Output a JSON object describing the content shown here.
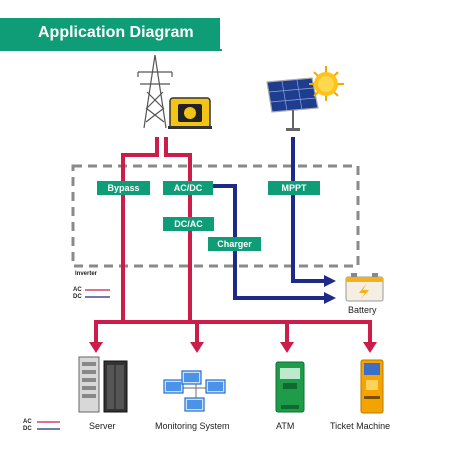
{
  "title": "Application Diagram",
  "inverter_label": "Inverter",
  "blocks": {
    "bypass": "Bypass",
    "acdc": "AC/DC",
    "dcac": "DC/AC",
    "charger": "Charger",
    "mppt": "MPPT"
  },
  "legend": {
    "ac": "AC",
    "dc": "DC"
  },
  "loads": {
    "battery": "Battery",
    "server": "Server",
    "monitoring": "Monitoring System",
    "atm": "ATM",
    "ticket": "Ticket Machine"
  },
  "colors": {
    "ac_line": "#cc1d4a",
    "dc_line": "#1e2a88",
    "accent": "#0f9d78",
    "inverter_border": "#8a8a8a"
  }
}
